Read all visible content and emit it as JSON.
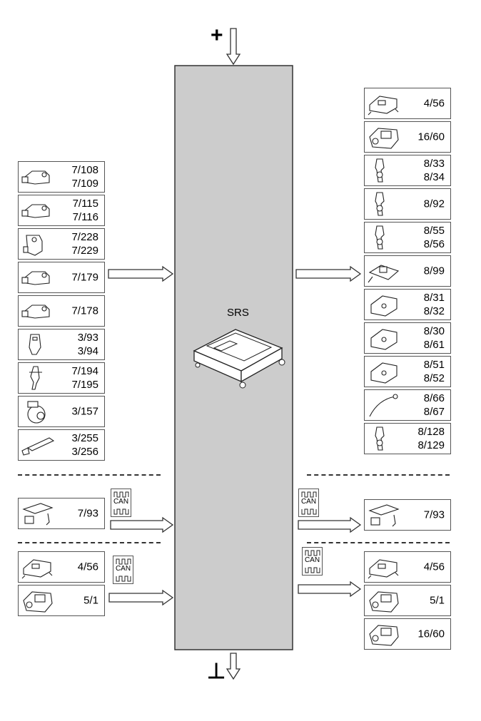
{
  "title": "SRS",
  "supply": {
    "positive_symbol": "+",
    "ground_symbol": "⊥"
  },
  "can_label": "CAN",
  "inputs": [
    {
      "icon": "sensor-icon",
      "label": "7/108\n7/109"
    },
    {
      "icon": "sensor-icon",
      "label": "7/115\n7/116"
    },
    {
      "icon": "sensor-bracket-icon",
      "label": "7/228\n7/229"
    },
    {
      "icon": "sensor-icon",
      "label": "7/179"
    },
    {
      "icon": "sensor-icon",
      "label": "7/178"
    },
    {
      "icon": "buckle-icon",
      "label": "3/93\n3/94"
    },
    {
      "icon": "buckle-switch-icon",
      "label": "7/194\n7/195"
    },
    {
      "icon": "knob-icon",
      "label": "3/157"
    },
    {
      "icon": "connector-strip-icon",
      "label": "3/255\n3/256"
    }
  ],
  "outputs": [
    {
      "icon": "module-icon",
      "label": "4/56"
    },
    {
      "icon": "ecu-icon",
      "label": "16/60"
    },
    {
      "icon": "pretensioner-icon",
      "label": "8/33\n8/34"
    },
    {
      "icon": "pretensioner-icon",
      "label": "8/92"
    },
    {
      "icon": "pretensioner-icon",
      "label": "8/55\n8/56"
    },
    {
      "icon": "harness-icon",
      "label": "8/99"
    },
    {
      "icon": "airbag-icon",
      "label": "8/31\n8/32"
    },
    {
      "icon": "airbag-icon",
      "label": "8/30\n8/61"
    },
    {
      "icon": "airbag-icon",
      "label": "8/51\n8/52"
    },
    {
      "icon": "cable-icon",
      "label": "8/66\n8/67"
    },
    {
      "icon": "pretensioner-icon",
      "label": "8/128\n8/129"
    }
  ],
  "can_inputs_a": [
    {
      "icon": "board-icon",
      "label": "7/93"
    }
  ],
  "can_outputs_a": [
    {
      "icon": "board-icon",
      "label": "7/93"
    }
  ],
  "can_inputs_b": [
    {
      "icon": "module-icon",
      "label": "4/56"
    },
    {
      "icon": "ecu-icon",
      "label": "5/1"
    }
  ],
  "can_outputs_b": [
    {
      "icon": "module-icon",
      "label": "4/56"
    },
    {
      "icon": "ecu-icon",
      "label": "5/1"
    },
    {
      "icon": "ecu-icon",
      "label": "16/60"
    }
  ],
  "colors": {
    "srs_fill": "#cccccc",
    "line": "#333333"
  }
}
